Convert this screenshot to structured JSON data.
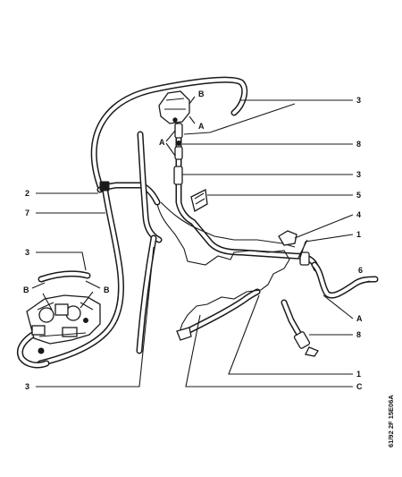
{
  "labels_right": [
    "3",
    "8",
    "3",
    "5",
    "4",
    "1",
    "6",
    "A",
    "8",
    "1",
    "C"
  ],
  "labels_left": [
    "2",
    "7",
    "3",
    "3"
  ],
  "letters": {
    "b_top": "B",
    "a_top": "A",
    "a_mid": "A",
    "b_left": "B",
    "b_right": "B"
  },
  "reference": "61/92  2F  15E06A"
}
